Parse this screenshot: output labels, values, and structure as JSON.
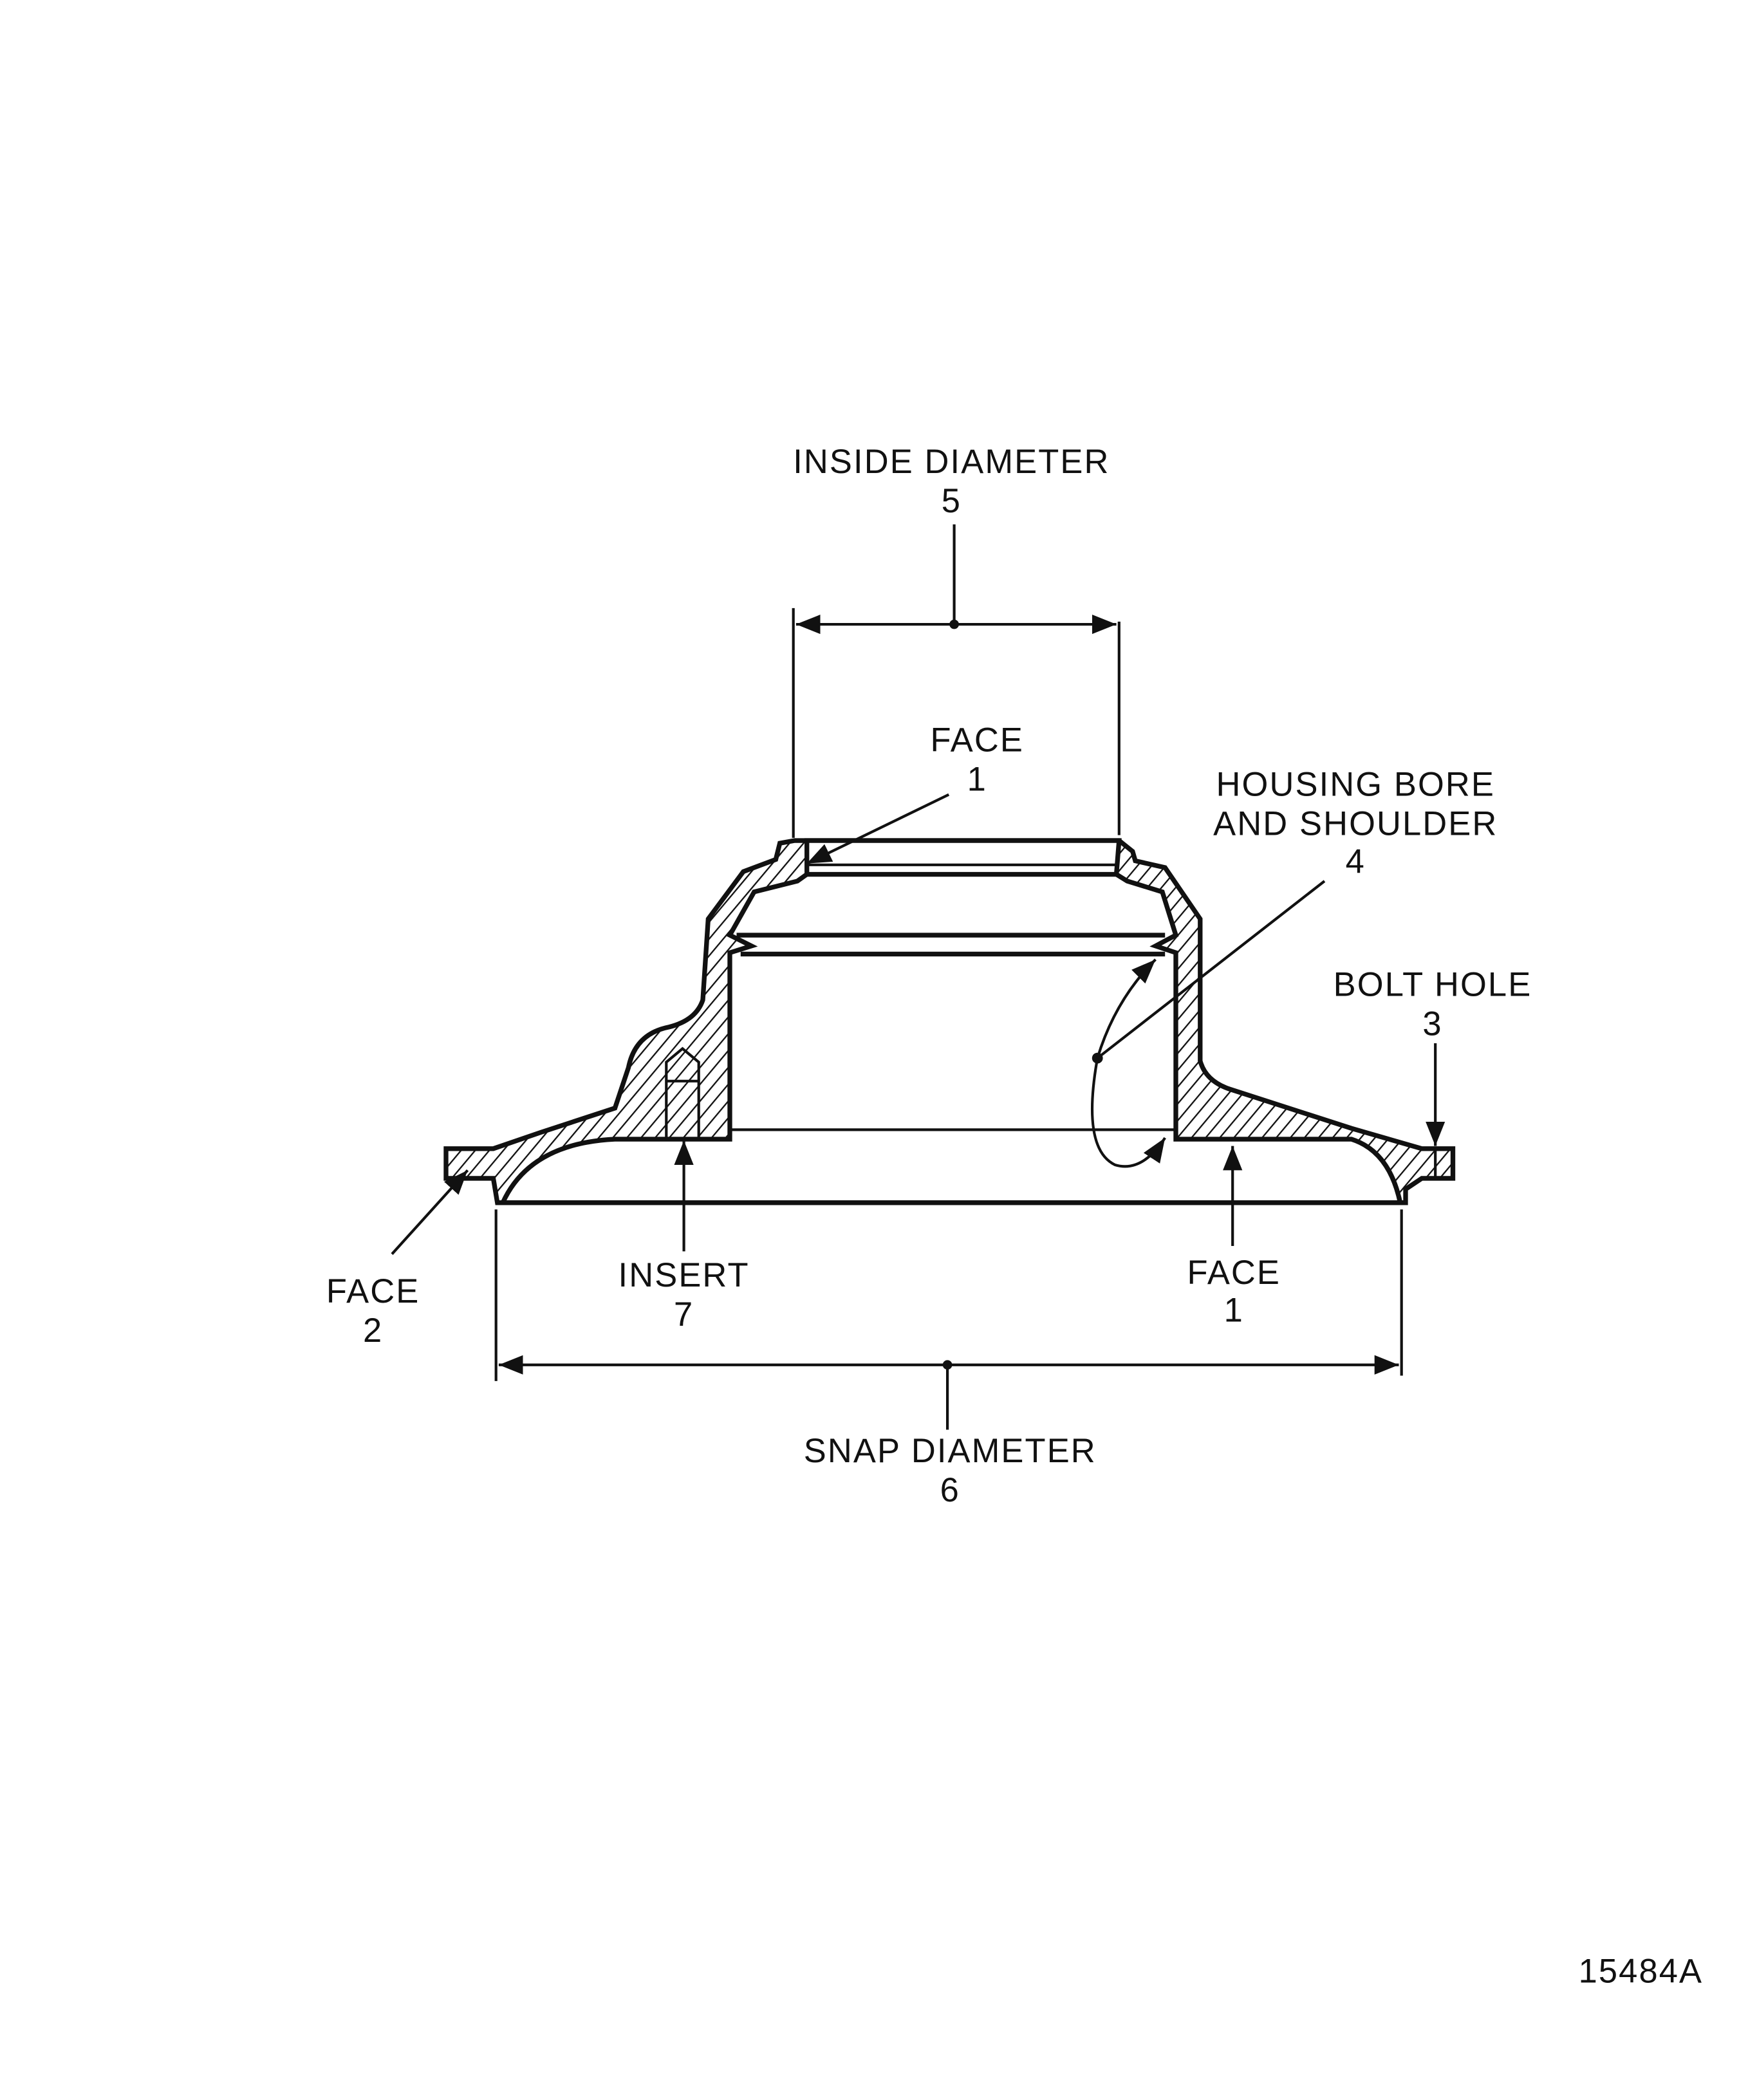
{
  "diagram_id": "15484A",
  "labels": {
    "inside_diameter": {
      "text": "INSIDE DIAMETER",
      "num": "5"
    },
    "face_top": {
      "text": "FACE",
      "num": "1"
    },
    "housing_bore": {
      "line1": "HOUSING BORE",
      "line2": "AND SHOULDER",
      "num": "4"
    },
    "bolt_hole": {
      "text": "BOLT HOLE",
      "num": "3"
    },
    "face_left": {
      "text": "FACE",
      "num": "2"
    },
    "insert": {
      "text": "INSERT",
      "num": "7"
    },
    "face_bottom": {
      "text": "FACE",
      "num": "1"
    },
    "snap_diameter": {
      "text": "SNAP DIAMETER",
      "num": "6"
    }
  },
  "colors": {
    "ink": "#111111",
    "background": "#ffffff"
  }
}
